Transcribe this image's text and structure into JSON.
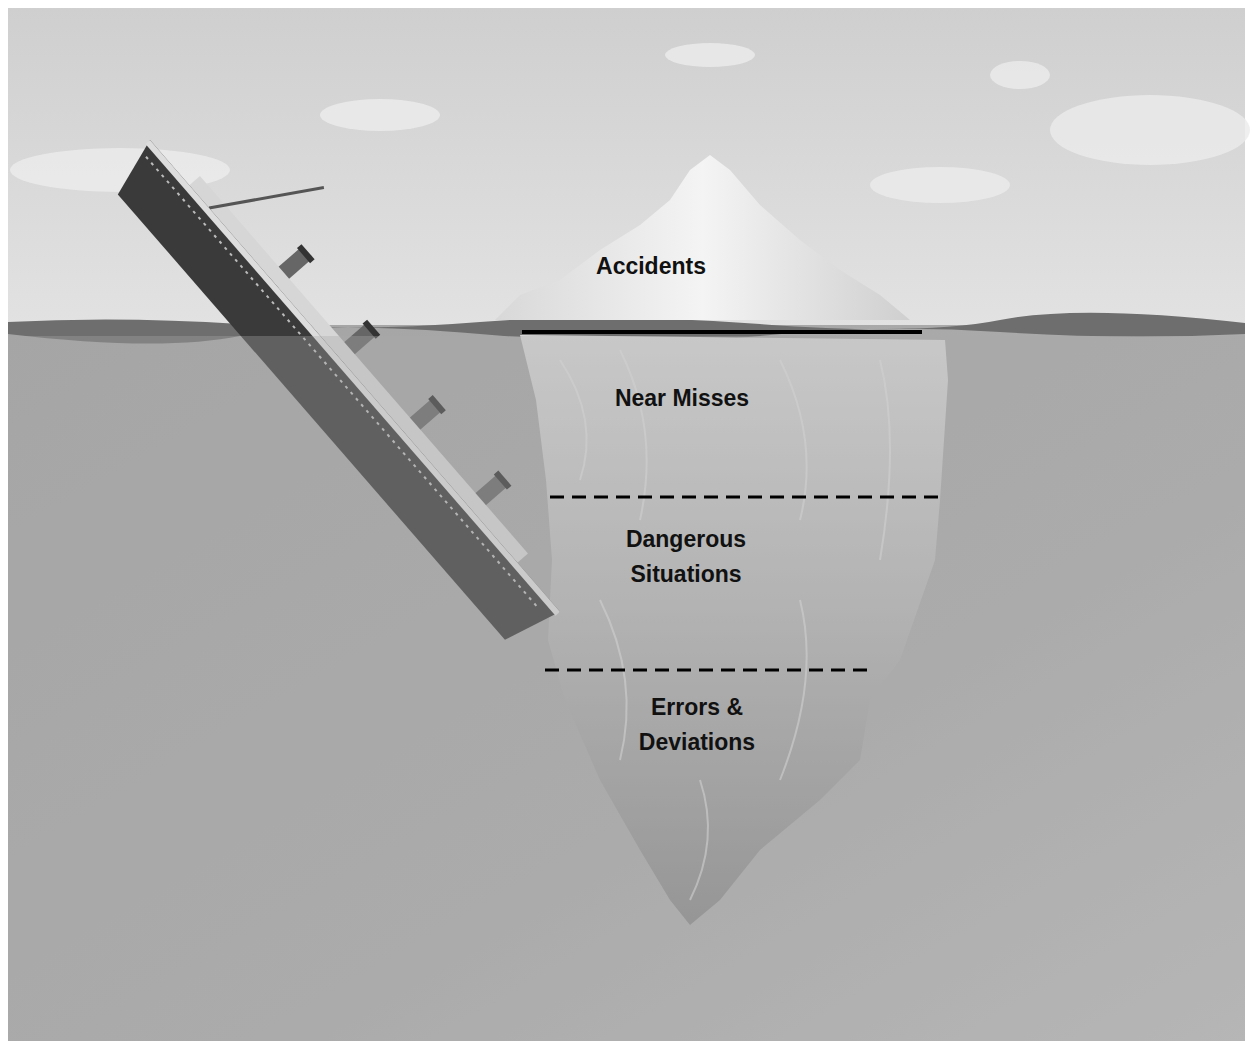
{
  "diagram": {
    "nodes": [
      {
        "text": [
          "Accidents"
        ]
      },
      {
        "text": [
          "Near Misses"
        ]
      },
      {
        "text": [
          "Dangerous Situations"
        ]
      },
      {
        "text": [
          "Errors & Deviations"
        ]
      }
    ]
  }
}
